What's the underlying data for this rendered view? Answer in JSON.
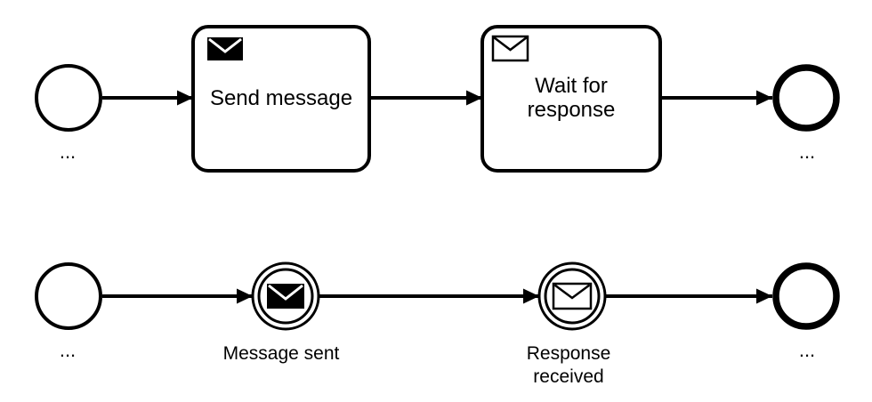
{
  "diagram_type": "BPMN process diagram",
  "colors": {
    "stroke": "#000000",
    "shape_fill": "#ffffff",
    "background": "#ffffff"
  },
  "top_flow": {
    "start_event": {
      "label": "..."
    },
    "send_task": {
      "label": "Send message",
      "icon": "message-filled-icon"
    },
    "wait_task": {
      "label_line1": "Wait for",
      "label_line2": "response",
      "icon": "message-outline-icon"
    },
    "end_event": {
      "label": "..."
    }
  },
  "bottom_flow": {
    "start_event": {
      "label": "..."
    },
    "message_throw_event": {
      "label": "Message sent",
      "icon": "message-filled-icon"
    },
    "message_catch_event": {
      "label_line1": "Response",
      "label_line2": "received",
      "icon": "message-outline-icon"
    },
    "end_event": {
      "label": "..."
    }
  }
}
